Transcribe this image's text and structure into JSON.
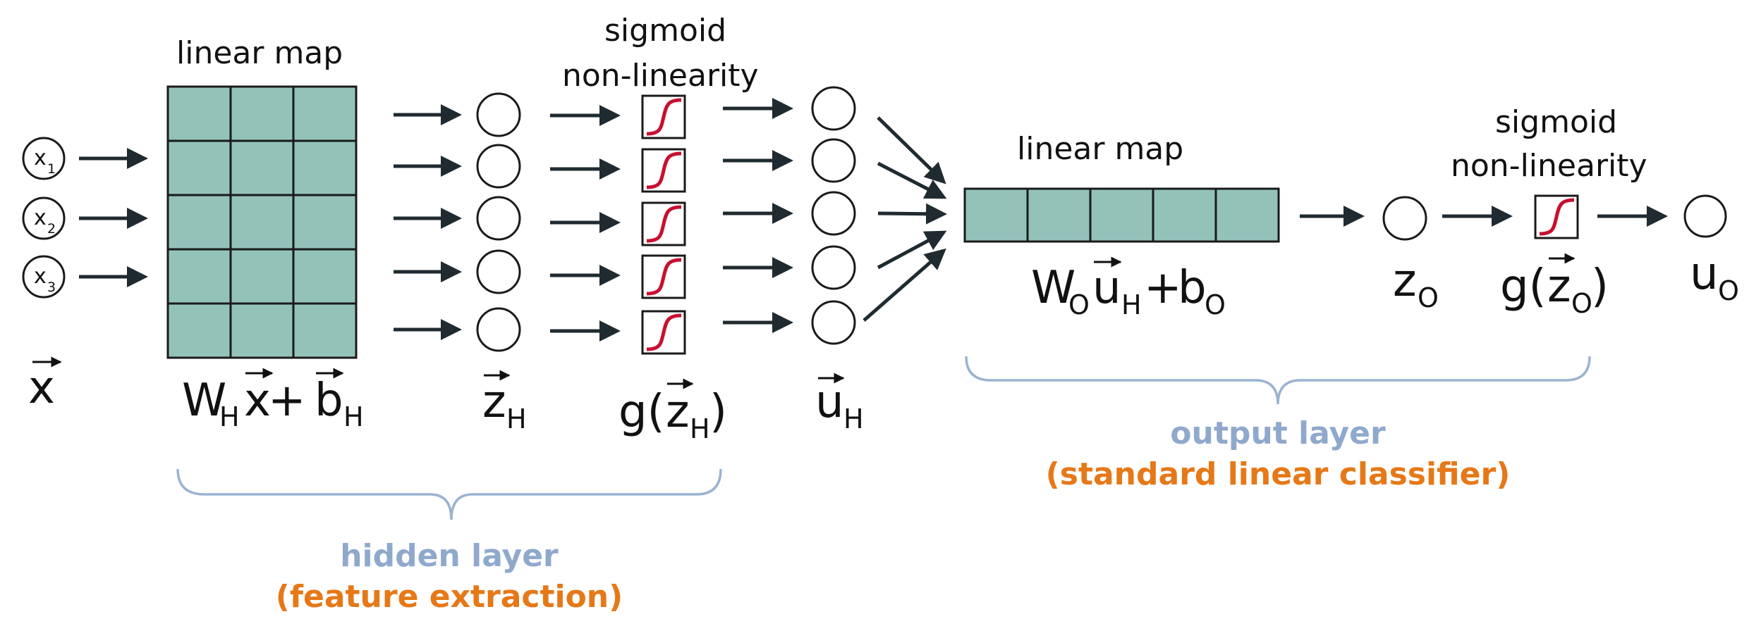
{
  "diagram": {
    "inputs": [
      "x",
      "x",
      "x"
    ],
    "input_subs": [
      "1",
      "2",
      "3"
    ],
    "input_vector": {
      "base": "x",
      "arrow": "→"
    },
    "hidden": {
      "linear_map_label": "linear map",
      "sigmoid_label_1": "sigmoid",
      "sigmoid_label_2": "non-linearity",
      "eq": {
        "w": "W",
        "w_sub": "H",
        "x": "x",
        "plus": " + ",
        "b": "b",
        "b_sub": "H"
      },
      "z": {
        "base": "z",
        "sub": "H"
      },
      "g": {
        "pre": "g(",
        "base": "z",
        "sub": "H",
        "post": ")"
      },
      "u": {
        "base": "u",
        "sub": "H"
      },
      "bracket_title": "hidden layer",
      "bracket_subtitle": "(feature extraction)"
    },
    "output": {
      "linear_map_label": "linear map",
      "sigmoid_label_1": "sigmoid",
      "sigmoid_label_2": "non-linearity",
      "eq": {
        "w": "W",
        "w_sub": "O",
        "u": "u",
        "u_sub": "H",
        "plus": "+ ",
        "b": "b",
        "b_sub": "O"
      },
      "z": {
        "base": "z",
        "sub": "O"
      },
      "g": {
        "pre": "g(",
        "base": "z",
        "sub": "O",
        "post": ")"
      },
      "u": {
        "base": "u",
        "sub": "O"
      },
      "bracket_title": "output layer",
      "bracket_subtitle": "(standard linear classifier)"
    },
    "colors": {
      "matrix_fill": "#93c2b9",
      "sigmoid_curve": "#c8102e",
      "bracket": "#9bb3d1",
      "title_blue": "#8fa9cc",
      "subtitle_orange": "#e67817"
    }
  }
}
